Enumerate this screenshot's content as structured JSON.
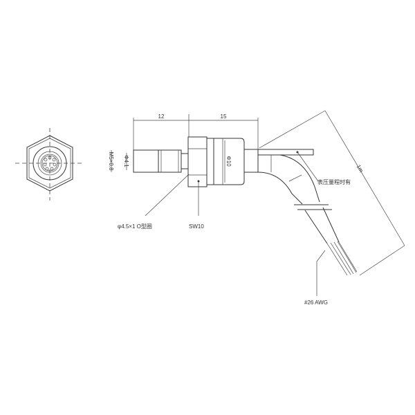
{
  "dimensions": {
    "thread_length": "12",
    "body_length": "15",
    "thread_spec": "M5×0.8",
    "port_diameter": "Φ4.1",
    "body_diameter": "Φ10",
    "cable_length": "1m"
  },
  "callouts": {
    "oring": "φ4.5×1 O型圈",
    "hex": "SW10",
    "gauge_vent": "表压量程时有",
    "wire": "#26 AWG"
  }
}
